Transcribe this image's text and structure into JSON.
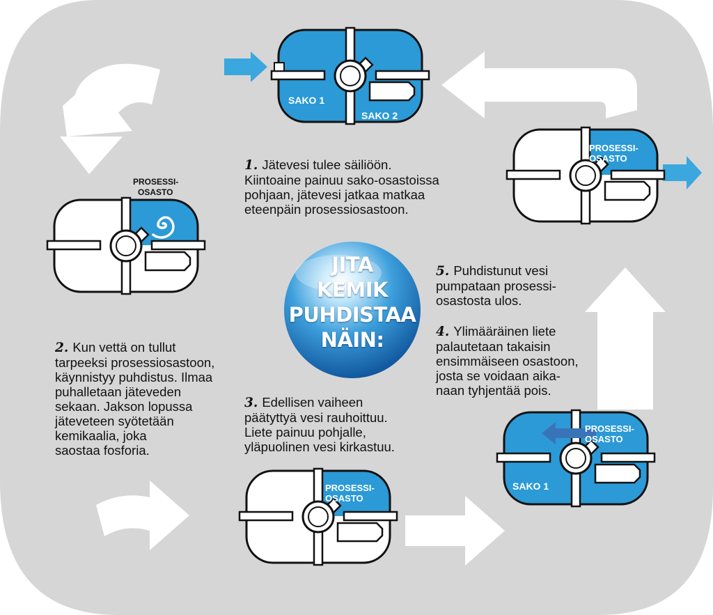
{
  "colors": {
    "background_panel": "#d6d6d6",
    "tank_blue": "#2b9ad6",
    "tank_outline": "#111111",
    "arrow_white": "#ffffff",
    "arrow_blue": "#3aa7de",
    "arrow_dark_blue": "#3a74b8",
    "text": "#111111"
  },
  "center_badge": {
    "lines": [
      "JITA",
      "KEMIK",
      "PUHDISTAA",
      "NÄIN:"
    ]
  },
  "tank_labels": {
    "step1_left": "SAKO 1",
    "step1_right": "SAKO 2",
    "step2_top": "PROSESSI-",
    "step2_bottom": "OSASTO",
    "step5_top": "PROSESSI-",
    "step5_bottom": "OSASTO",
    "step3_top": "PROSESSI-",
    "step3_bottom": "OSASTO",
    "step4_top": "PROSESSI-",
    "step4_bottom": "OSASTO",
    "step4_left": "SAKO 1"
  },
  "steps": [
    {
      "number": "1.",
      "lines": [
        "Jätevesi tulee säiliöön.",
        "Kiintoaine painuu sako-osastoissa",
        "pohjaan, jätevesi jatkaa matkaa",
        "eteenpäin prosessiosastoon."
      ]
    },
    {
      "number": "2.",
      "lines": [
        "Kun vettä on tullut",
        "tarpeeksi prosessiosastoon,",
        "käynnistyy puhdistus. Ilmaa",
        "puhalletaan jäteveden",
        "sekaan. Jakson lopussa",
        "jäteveteen syötetään",
        "kemikaalia, joka",
        "saostaa fosforia."
      ]
    },
    {
      "number": "3.",
      "lines": [
        "Edellisen vaiheen",
        "päätyttyä vesi rauhoittuu.",
        "Liete painuu pohjalle,",
        "yläpuolinen vesi kirkastuu."
      ]
    },
    {
      "number": "4.",
      "lines": [
        "Ylimääräinen liete",
        "palautetaan takaisin",
        "ensimmäiseen osastoon,",
        "josta se voidaan aika-",
        "naan tyhjentää pois."
      ]
    },
    {
      "number": "5.",
      "lines": [
        "Puhdistunut vesi",
        "pumpataan prosessi-",
        "osastosta ulos."
      ]
    }
  ],
  "icons": [
    "swirl-aeration-icon",
    "inflow-arrow-icon",
    "outflow-arrow-icon",
    "sludge-return-arrow-icon",
    "cycle-arrow-icon"
  ]
}
